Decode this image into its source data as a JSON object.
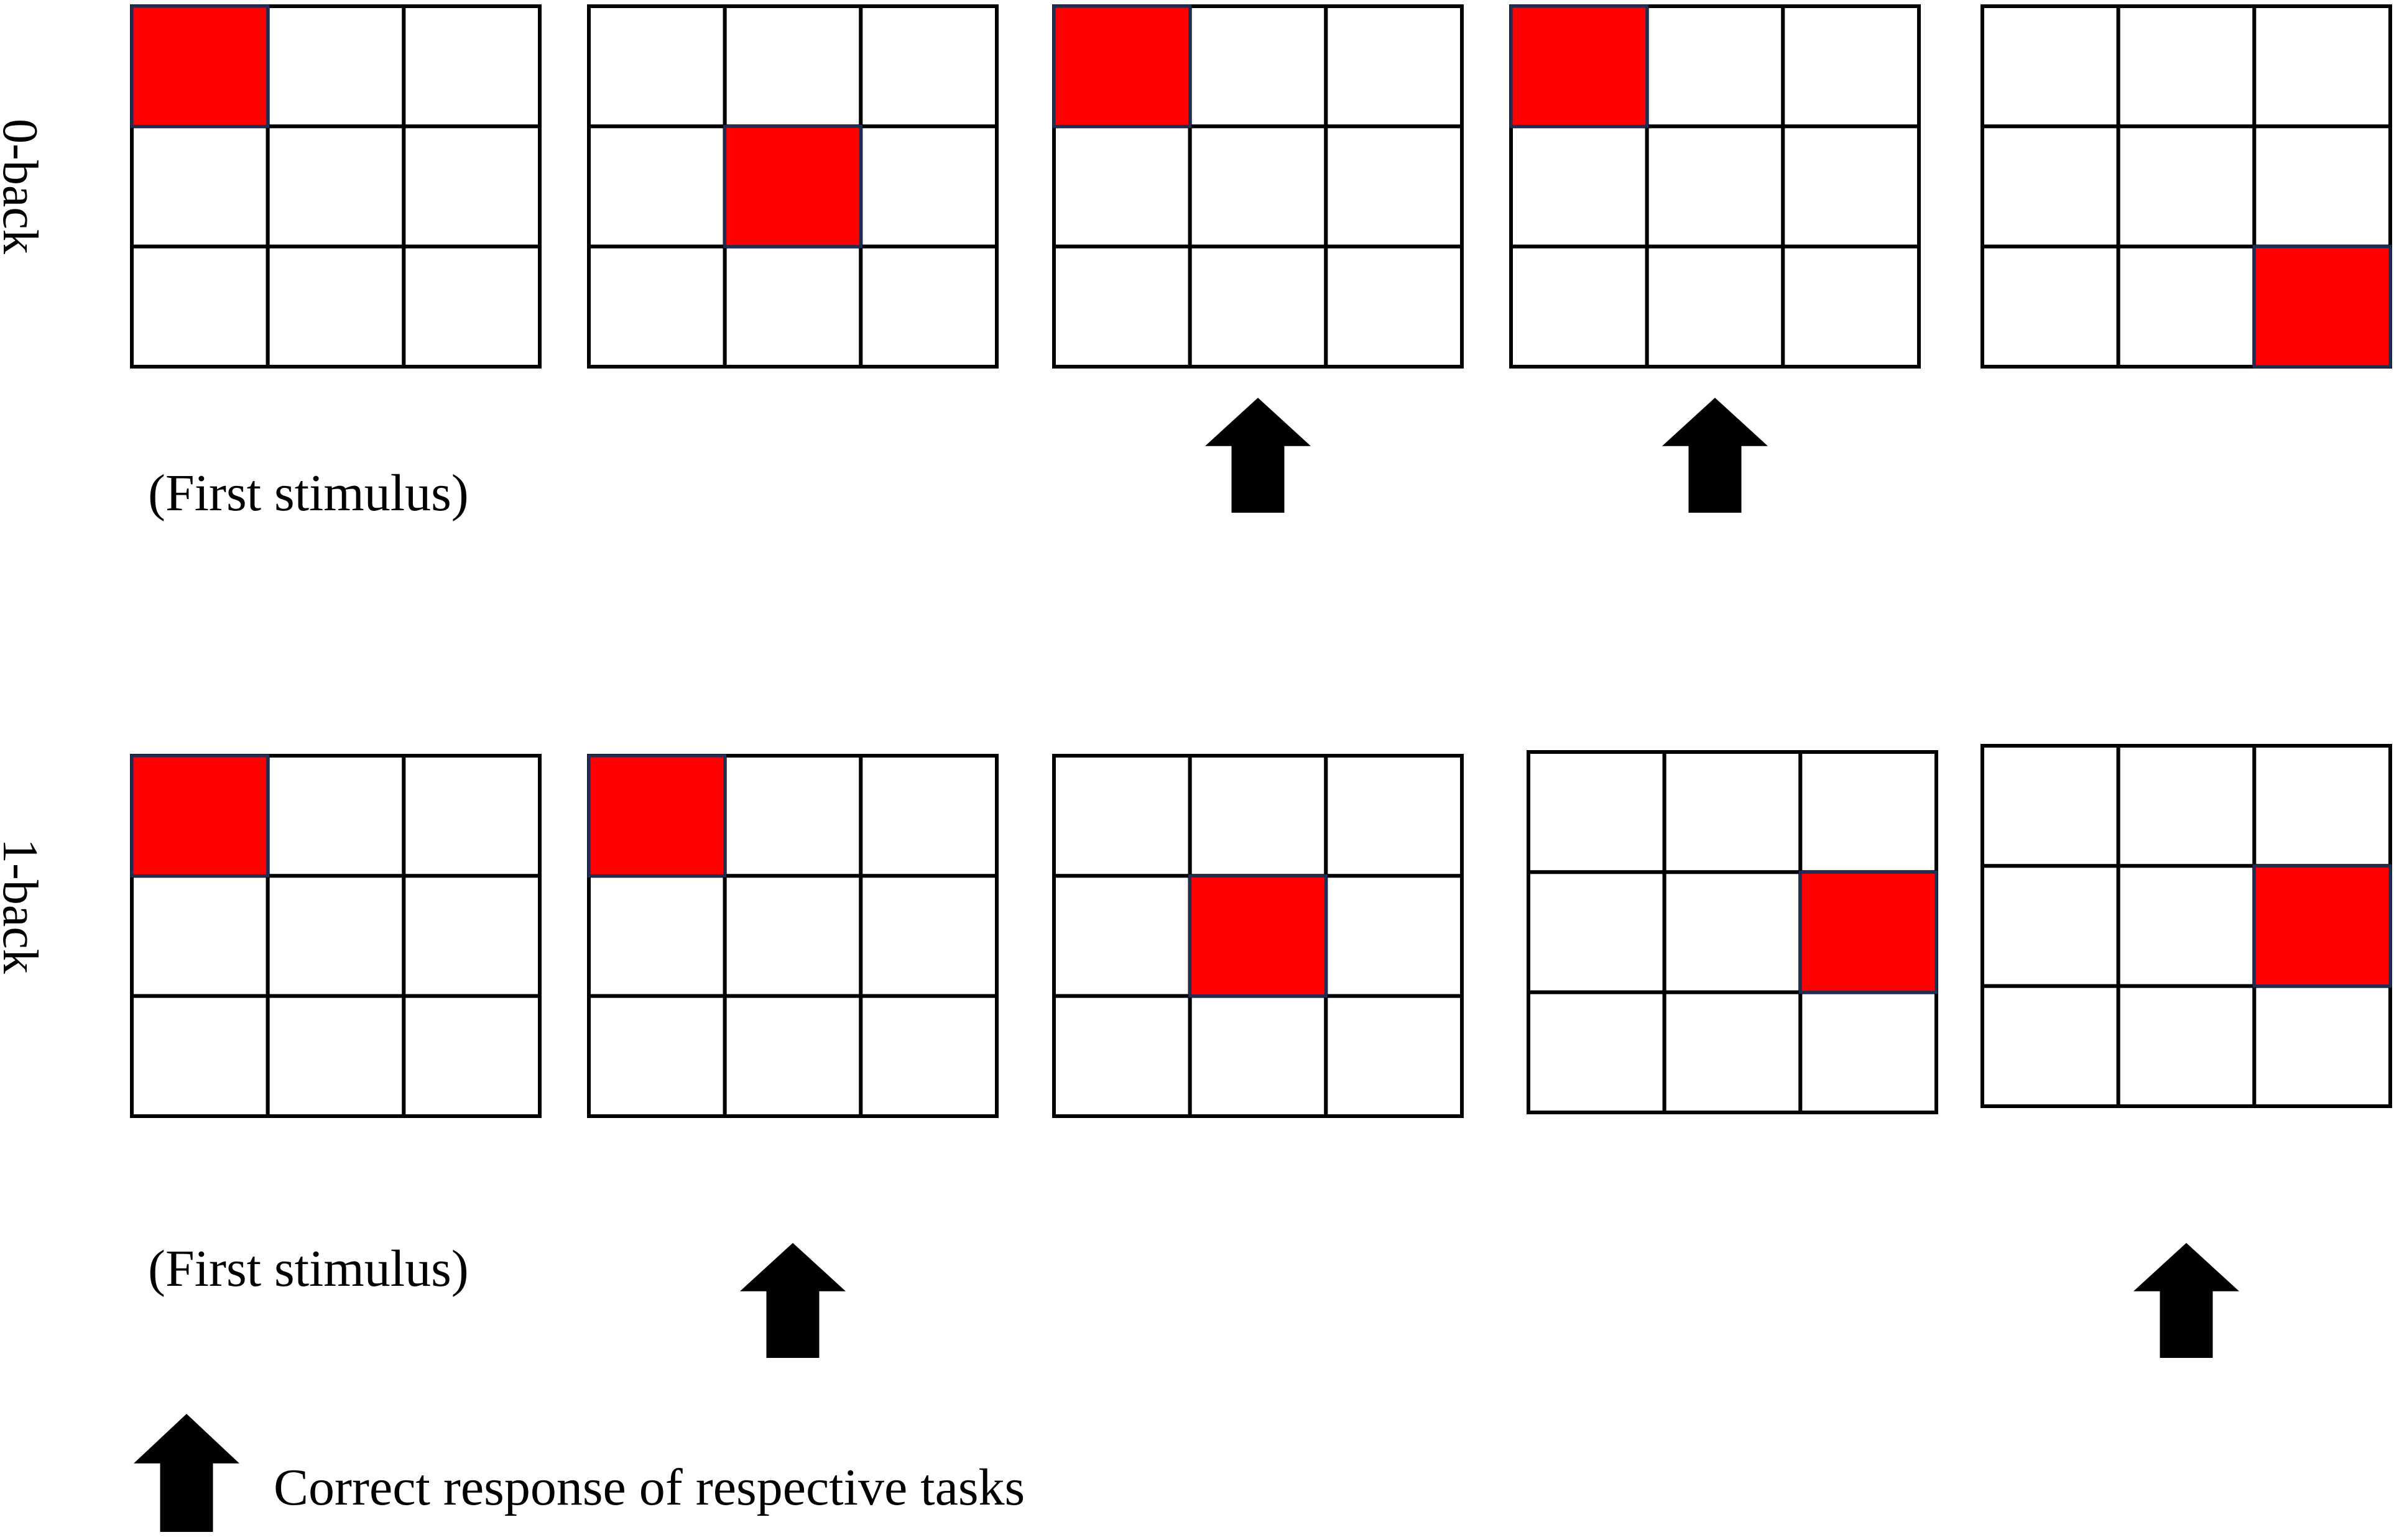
{
  "colors": {
    "highlight": "#ff0000",
    "cell_background": "#ffffff",
    "cell_border": "#000000",
    "highlight_border": "#1f2d55",
    "arrow": "#000000"
  },
  "rows": [
    {
      "label": "0-back",
      "first_caption": "(First stimulus)",
      "trials": [
        {
          "highlighted_cell": [
            0,
            0
          ],
          "correct_response": false
        },
        {
          "highlighted_cell": [
            1,
            1
          ],
          "correct_response": false
        },
        {
          "highlighted_cell": [
            0,
            0
          ],
          "correct_response": true
        },
        {
          "highlighted_cell": [
            0,
            0
          ],
          "correct_response": true
        },
        {
          "highlighted_cell": [
            2,
            2
          ],
          "correct_response": false
        }
      ]
    },
    {
      "label": "1-back",
      "first_caption": "(First stimulus)",
      "trials": [
        {
          "highlighted_cell": [
            0,
            0
          ],
          "correct_response": false
        },
        {
          "highlighted_cell": [
            0,
            0
          ],
          "correct_response": true
        },
        {
          "highlighted_cell": [
            1,
            1
          ],
          "correct_response": false
        },
        {
          "highlighted_cell": [
            1,
            2
          ],
          "correct_response": false
        },
        {
          "highlighted_cell": [
            1,
            2
          ],
          "correct_response": true
        }
      ]
    }
  ],
  "legend": {
    "icon": "up-arrow-icon",
    "text": "Correct response of respective tasks"
  }
}
